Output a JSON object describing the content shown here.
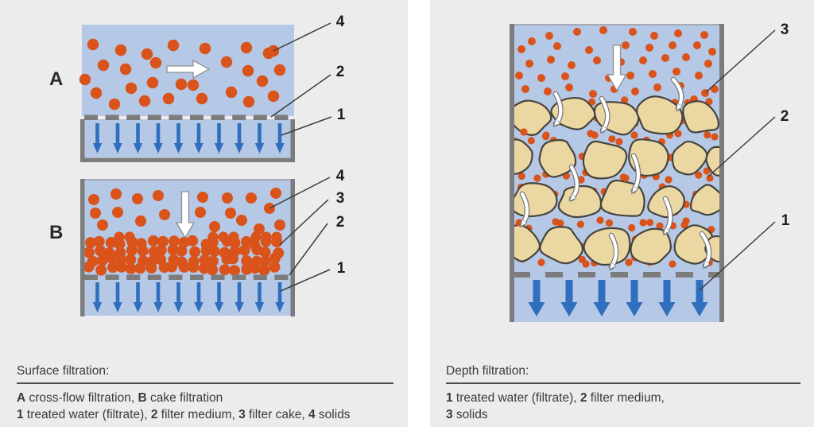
{
  "panels": {
    "left": {
      "section_title": "Surface filtration:",
      "a_label": "A",
      "b_label": "B",
      "callouts_a": [
        "4",
        "2",
        "1"
      ],
      "callouts_b": [
        "4",
        "3",
        "2",
        "1"
      ],
      "legend_line1": [
        {
          "text": "A",
          "bold": true
        },
        {
          "text": " cross-flow filtration, ",
          "bold": false
        },
        {
          "text": "B",
          "bold": true
        },
        {
          "text": " cake filtration",
          "bold": false
        }
      ],
      "legend_line2": [
        {
          "text": "1",
          "bold": true
        },
        {
          "text": " treated water (filtrate), ",
          "bold": false
        },
        {
          "text": "2",
          "bold": true
        },
        {
          "text": " filter medium, ",
          "bold": false
        },
        {
          "text": "3",
          "bold": true
        },
        {
          "text": " filter cake, ",
          "bold": false
        },
        {
          "text": "4",
          "bold": true
        },
        {
          "text": " solids",
          "bold": false
        }
      ]
    },
    "right": {
      "section_title": "Depth filtration:",
      "callouts": [
        "3",
        "2",
        "1"
      ],
      "legend_line1": [
        {
          "text": "1",
          "bold": true
        },
        {
          "text": " treated water (filtrate), ",
          "bold": false
        },
        {
          "text": "2",
          "bold": true
        },
        {
          "text": " filter medium,",
          "bold": false
        }
      ],
      "legend_line2": [
        {
          "text": "3",
          "bold": true
        },
        {
          "text": " solids",
          "bold": false
        }
      ]
    }
  },
  "colors": {
    "panel_bg": "#ececec",
    "water": "#b5c8e6",
    "solids": "#d9531a",
    "filtrate_arrow": "#2f6fbd",
    "wall": "#7c7c7c",
    "grain": "#ead7a2",
    "grain_outline": "#45443e",
    "leader": "#3c3c3c",
    "caption_text": "#3a3a3a",
    "rule": "#4c4c4c",
    "white_arrow_outline": "#8f8f8f"
  }
}
